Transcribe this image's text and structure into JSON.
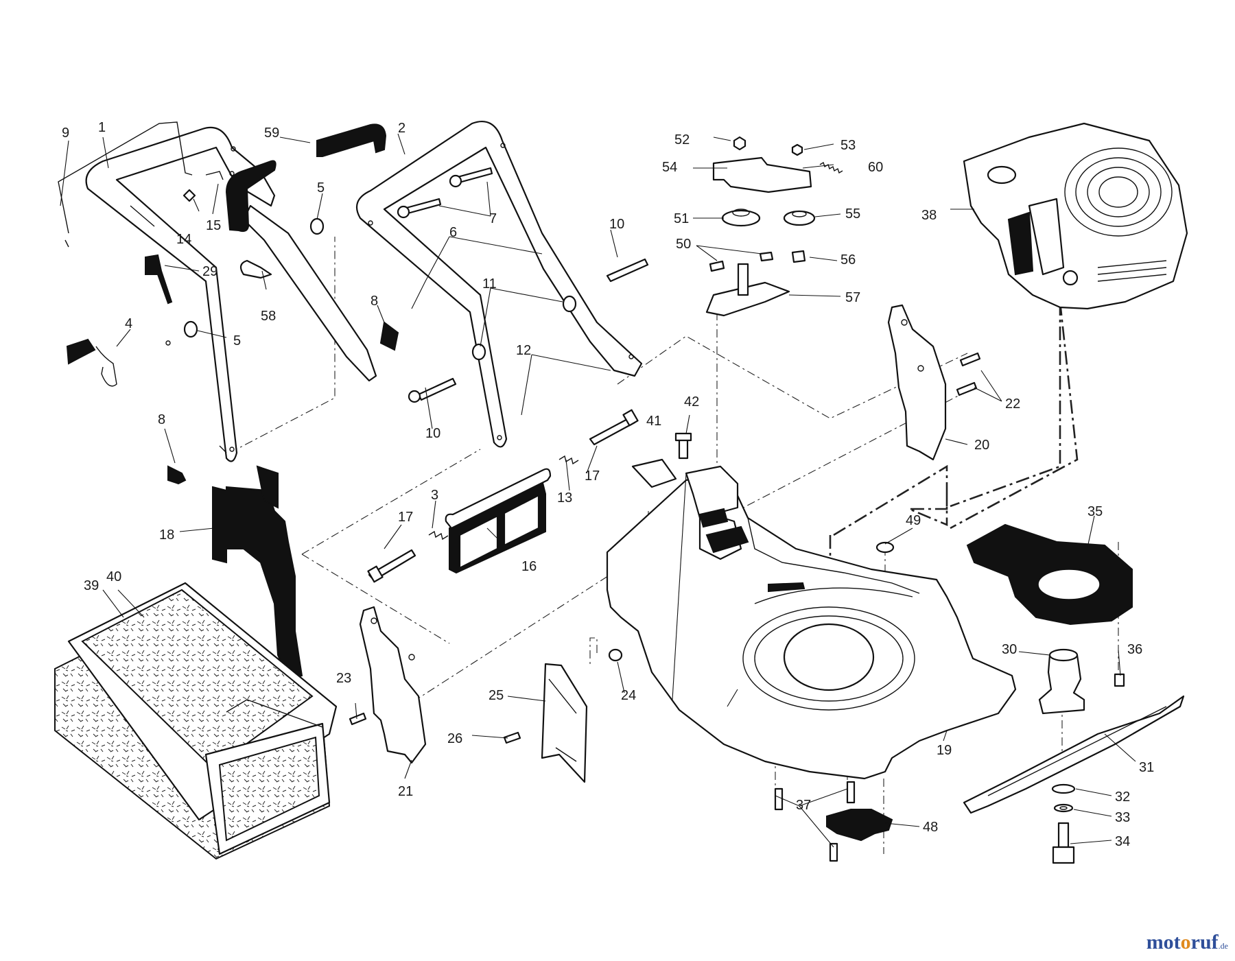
{
  "diagram": {
    "type": "exploded-parts-diagram",
    "callouts": [
      "1",
      "2",
      "3",
      "4",
      "5",
      "5",
      "6",
      "7",
      "8",
      "8",
      "9",
      "10",
      "10",
      "11",
      "12",
      "13",
      "14",
      "15",
      "16",
      "17",
      "17",
      "18",
      "19",
      "20",
      "21",
      "22",
      "23",
      "24",
      "25",
      "26",
      "29",
      "30",
      "31",
      "32",
      "33",
      "34",
      "35",
      "36",
      "37",
      "38",
      "39",
      "40",
      "41",
      "42",
      "48",
      "49",
      "50",
      "51",
      "52",
      "53",
      "54",
      "55",
      "56",
      "57",
      "58",
      "59",
      "60"
    ]
  },
  "watermark": {
    "part1": "mot",
    "part2": "o",
    "part3": "ruf",
    "tld": ".de"
  }
}
